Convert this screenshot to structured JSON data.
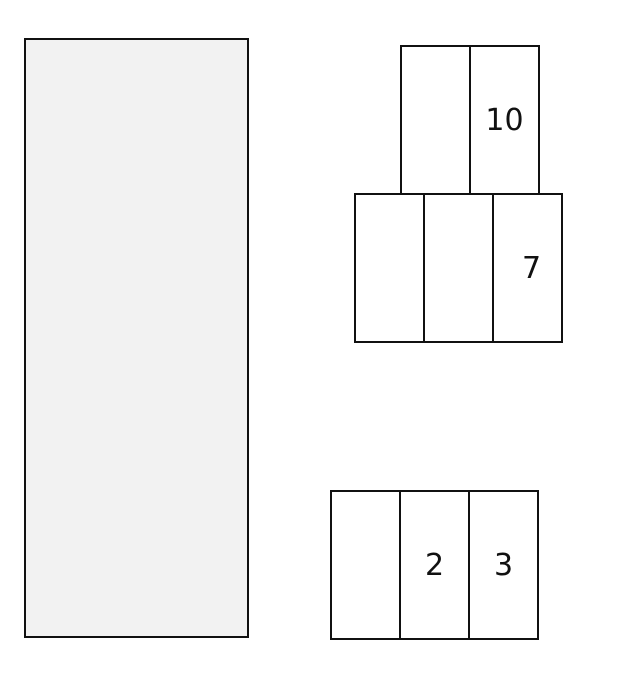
{
  "diagram": {
    "large_panel": {
      "fill": "#f2f2f2"
    },
    "top_group": {
      "cells": [
        "",
        "10"
      ]
    },
    "middle_group": {
      "cells": [
        "",
        "",
        "7"
      ]
    },
    "bottom_group": {
      "cells": [
        "",
        "2",
        "3"
      ]
    }
  }
}
